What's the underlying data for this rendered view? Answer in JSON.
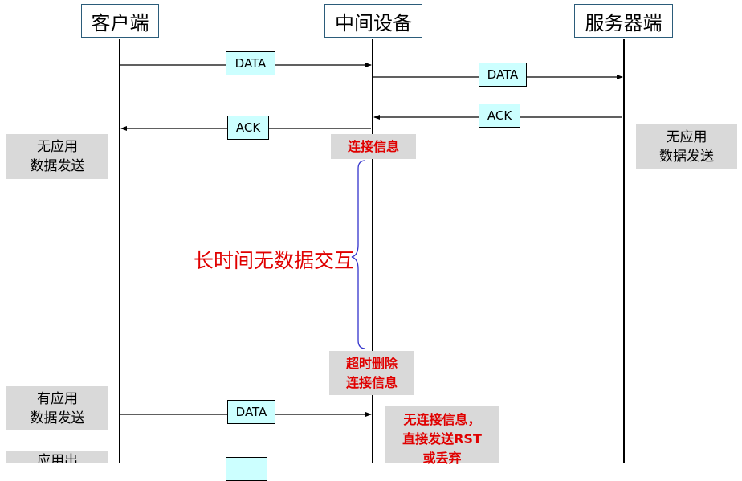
{
  "parties": {
    "client": "客户端",
    "middle": "中间设备",
    "server": "服务器端"
  },
  "messages": {
    "data1": "DATA",
    "data2": "DATA",
    "ack_server": "ACK",
    "ack_client": "ACK",
    "data3": "DATA"
  },
  "notes": {
    "client_no_app_1": "无应用",
    "client_no_app_2": "数据发送",
    "server_no_app_1": "无应用",
    "server_no_app_2": "数据发送",
    "conn_info": "连接信息",
    "timeout_1": "超时删除",
    "timeout_2": "连接信息",
    "client_has_app_1": "有应用",
    "client_has_app_2": "数据发送",
    "no_conn_1": "无连接信息，",
    "no_conn_2": "直接发送RST",
    "no_conn_3": "或丢弃",
    "client_app_out": "应用出"
  },
  "center_label": "长时间无数据交互",
  "colors": {
    "accent_red": "#e00000",
    "message_box": "#ccffff",
    "note_box": "#d9d9d9",
    "brace": "#3333cc"
  }
}
